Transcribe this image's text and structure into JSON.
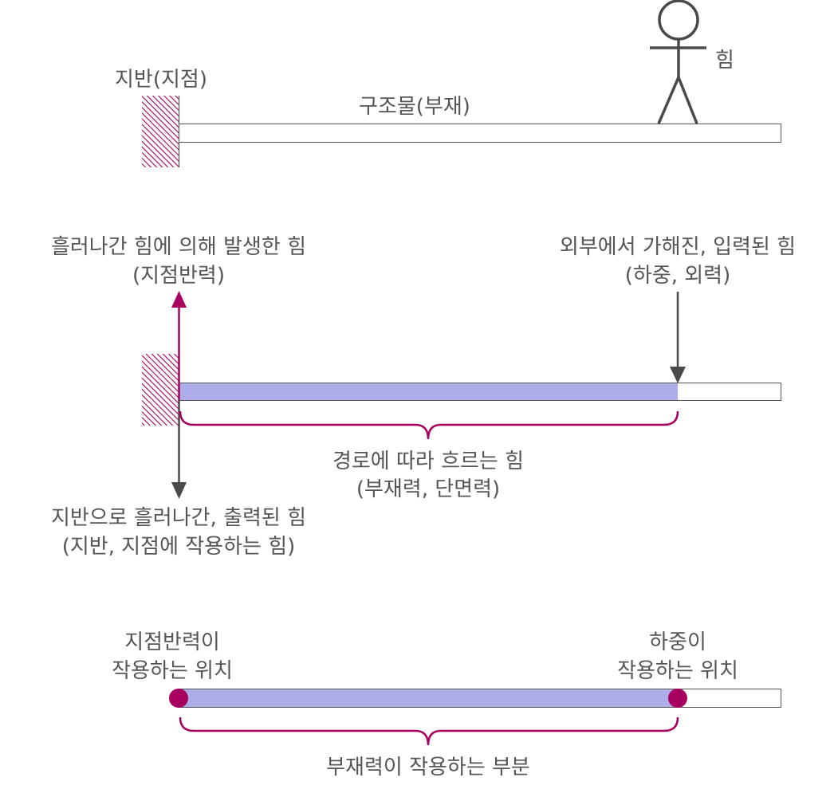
{
  "colors": {
    "text": "#555555",
    "accent": "#a8005e",
    "member_fill": "#adadea",
    "line": "#4a4a4a"
  },
  "section1": {
    "support_label": "지반(지점)",
    "member_label": "구조물(부재)",
    "force_label": "힘"
  },
  "section2": {
    "reaction_label_1": "흘러나간 힘에 의해 발생한 힘",
    "reaction_label_2": "(지점반력)",
    "load_label_1": "외부에서 가해진, 입력된 힘",
    "load_label_2": "(하중, 외력)",
    "path_label_1": "경로에 따라 흐르는 힘",
    "path_label_2": "(부재력, 단면력)",
    "output_label_1": "지반으로 흘러나간, 출력된 힘",
    "output_label_2": "(지반, 지점에 작용하는 힘)"
  },
  "section3": {
    "reaction_pos_1": "지점반력이",
    "reaction_pos_2": "작용하는 위치",
    "load_pos_1": "하중이",
    "load_pos_2": "작용하는 위치",
    "member_force_label": "부재력이 작용하는 부분"
  }
}
